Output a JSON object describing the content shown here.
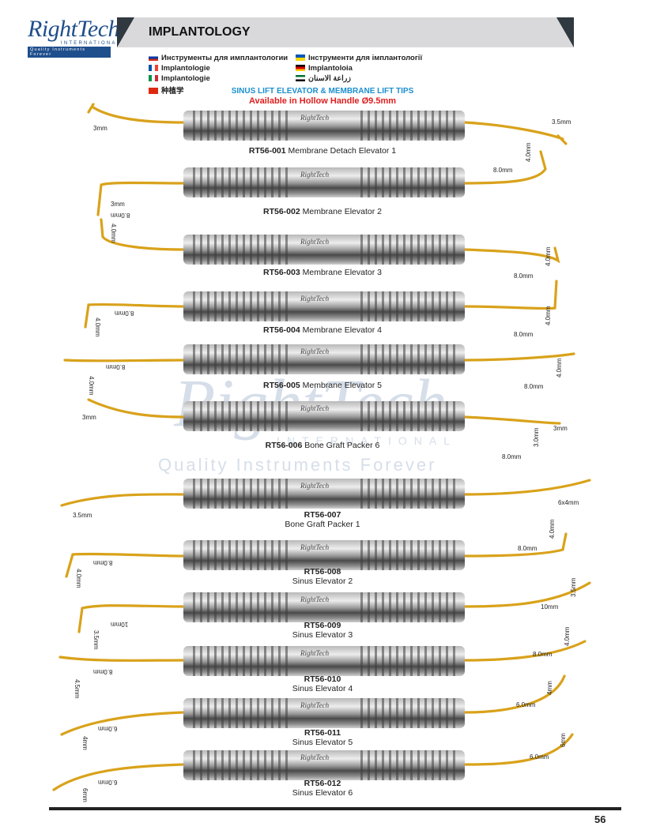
{
  "brand": {
    "logo_text": "RightTech",
    "logo_intl": "INTERNATIONAL",
    "tagline": "Quality Instruments Forever"
  },
  "header": {
    "title": "IMPLANTOLOGY"
  },
  "languages": [
    {
      "flag": "ru",
      "text": "Инструменты для имплантологии"
    },
    {
      "flag": "ua",
      "text": "Інструменти для імплантології"
    },
    {
      "flag": "fr",
      "text": "Implantologie"
    },
    {
      "flag": "de",
      "text": "Implantoloia"
    },
    {
      "flag": "it",
      "text": "Implantologie"
    },
    {
      "flag": "ae",
      "text": "زراعة الاسنان"
    },
    {
      "flag": "cn",
      "text": "种植学"
    }
  ],
  "subtitle": "SINUS LIFT ELEVATOR & MEMBRANE LIFT TIPS",
  "subtitle2": "Available in Hollow Handle Ø9.5mm",
  "handle_brand": "RightTech",
  "colors": {
    "gold": "#d9a21b",
    "accent_blue": "#1a8fd0",
    "accent_red": "#e01d1d",
    "dark": "#303840"
  },
  "instruments": [
    {
      "code": "RT56-001",
      "name": "Membrane Detach Elevator 1",
      "dims": [
        "3mm",
        "3.5mm"
      ]
    },
    {
      "code": "RT56-002",
      "name": "Membrane Elevator 2",
      "dims": [
        "3mm",
        "8.0mm",
        "4.0mm"
      ]
    },
    {
      "code": "RT56-003",
      "name": "Membrane Elevator 3",
      "dims": [
        "8.0mm",
        "4.0mm",
        "8.0mm",
        "4.0mm"
      ]
    },
    {
      "code": "RT56-004",
      "name": "Membrane Elevator 4",
      "dims": [
        "8.0mm",
        "4.0mm",
        "8.0mm",
        "4.0mm"
      ]
    },
    {
      "code": "RT56-005",
      "name": "Membrane Elevator 5",
      "dims": [
        "8.0mm",
        "4.0mm",
        "8.0mm",
        "4.0mm"
      ]
    },
    {
      "code": "RT56-006",
      "name": "Bone Graft Packer 6",
      "dims": [
        "3mm",
        "3mm",
        "8.0mm",
        "3.0mm"
      ]
    },
    {
      "code": "RT56-007",
      "name": "Bone Graft Packer  1",
      "dims": [
        "3.5mm",
        "6x4mm"
      ]
    },
    {
      "code": "RT56-008",
      "name": "Sinus Elevator 2",
      "dims": [
        "8.0mm",
        "4.0mm",
        "8.0mm",
        "4.0mm"
      ]
    },
    {
      "code": "RT56-009",
      "name": "Sinus Elevator 3",
      "dims": [
        "10mm",
        "3.5mm",
        "10mm",
        "3.5mm"
      ]
    },
    {
      "code": "RT56-010",
      "name": "Sinus Elevator 4",
      "dims": [
        "8.0mm",
        "4.5mm",
        "8.0mm",
        "4.0mm"
      ]
    },
    {
      "code": "RT56-011",
      "name": "Sinus Elevator 5",
      "dims": [
        "6.0mm",
        "4mm",
        "6.0mm",
        "4mm"
      ]
    },
    {
      "code": "RT56-012",
      "name": "Sinus Elevator 6",
      "dims": [
        "6.0mm",
        "6mm",
        "6.0mm",
        "6mm"
      ]
    }
  ],
  "footer": {
    "page_number": "56"
  }
}
